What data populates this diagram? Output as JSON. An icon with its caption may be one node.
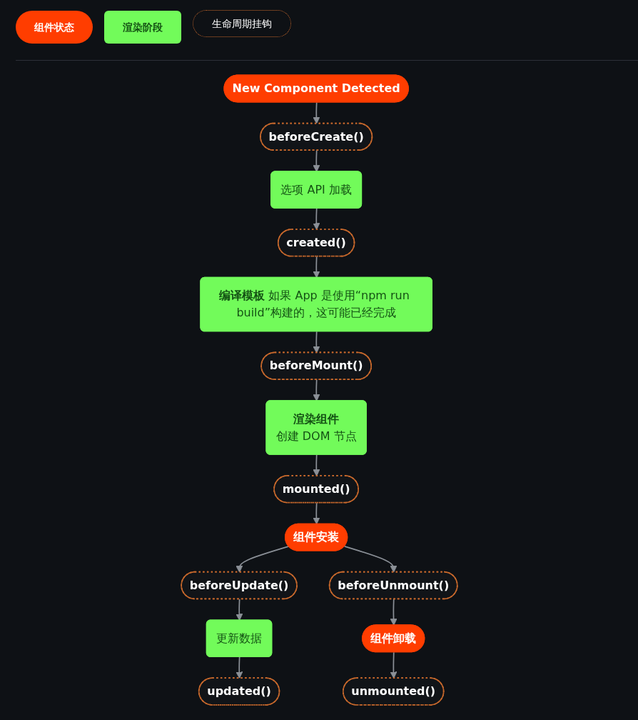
{
  "diagram": {
    "nodes": [
      {
        "text": [
          "New Component Detected"
        ]
      },
      {
        "text": [
          "beforeCreate()"
        ]
      },
      {
        "text": [
          "选项 API 加载"
        ]
      },
      {
        "text": [
          "created()"
        ]
      },
      {
        "text": [
          "**编译模板** 如果 App 是使用“npm run build”构建的，这可能已经完成"
        ]
      },
      {
        "text": [
          "beforeMount()"
        ]
      },
      {
        "text": [
          "渲染组件",
          "创建 DOM 节点"
        ]
      },
      {
        "text": [
          "mounted()"
        ]
      },
      {
        "text": [
          "组件安装"
        ]
      },
      {
        "text": [
          "beforeUpdate()"
        ]
      },
      {
        "text": [
          "更新数据"
        ]
      },
      {
        "text": [
          "updated()"
        ]
      },
      {
        "text": [
          "beforeUnmount()"
        ]
      },
      {
        "text": [
          "组件卸载"
        ]
      },
      {
        "text": [
          "unmounted()"
        ]
      }
    ],
    "edges": [
      {
        "from": 0,
        "to": 1,
        "arrow": "to"
      },
      {
        "from": 1,
        "to": 2,
        "arrow": "to"
      },
      {
        "from": 2,
        "to": 3,
        "arrow": "to"
      },
      {
        "from": 3,
        "to": 4,
        "arrow": "to"
      },
      {
        "from": 4,
        "to": 5,
        "arrow": "to"
      },
      {
        "from": 5,
        "to": 6,
        "arrow": "to"
      },
      {
        "from": 6,
        "to": 7,
        "arrow": "to"
      },
      {
        "from": 7,
        "to": 8,
        "arrow": "to"
      },
      {
        "from": 8,
        "to": 9,
        "arrow": "to"
      },
      {
        "from": 9,
        "to": 10,
        "arrow": "to"
      },
      {
        "from": 10,
        "to": 11,
        "arrow": "to"
      },
      {
        "from": 8,
        "to": 12,
        "arrow": "to"
      },
      {
        "from": 12,
        "to": 13,
        "arrow": "to"
      },
      {
        "from": 13,
        "to": 14,
        "arrow": "to"
      }
    ],
    "legend": [
      {
        "text": "组件状态",
        "color": "#ff3d00"
      },
      {
        "text": "渲染阶段",
        "color": "#72fb5a"
      },
      {
        "text": "生命周期挂钩"
      }
    ]
  }
}
